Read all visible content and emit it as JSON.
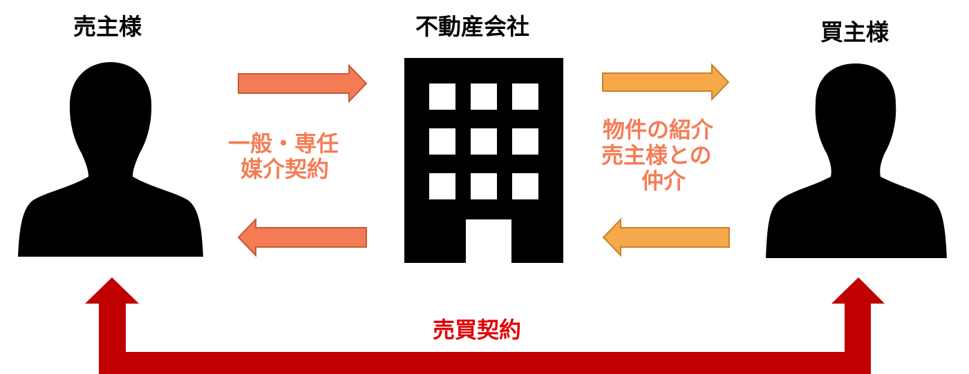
{
  "parties": {
    "seller": "売主様",
    "agency": "不動産会社",
    "buyer": "買主様"
  },
  "left_relation": {
    "line1": "一般・専任",
    "line2": "媒介契約"
  },
  "right_relation": {
    "line1": "物件の紹介",
    "line2": "売主様との",
    "line3": "仲介"
  },
  "bottom_relation": "売買契約",
  "icons": {
    "seller": "person-silhouette",
    "agency": "office-building",
    "buyer": "person-silhouette"
  },
  "colors": {
    "left_arrows": "#F47C55",
    "right_arrows": "#F6A94A",
    "contract_arrow": "#C00000",
    "left_text": "#F47C55",
    "right_text": "#F47C55",
    "contract_text": "#E00000",
    "icon_fill": "#000000"
  }
}
